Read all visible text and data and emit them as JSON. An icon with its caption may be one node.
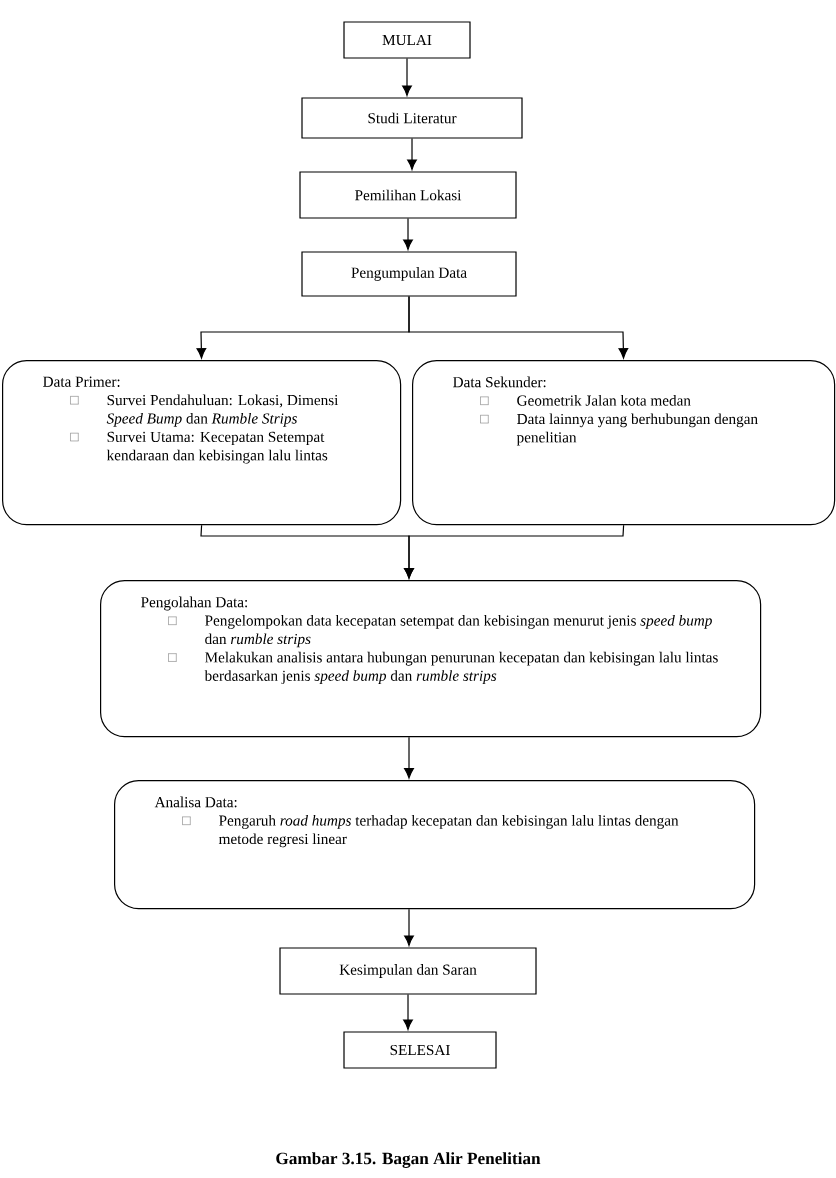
{
  "diagram": {
    "caption": "Gambar 3.15. Bagan Alir Penelitian",
    "nodes": [
      {
        "text": [
          "MULAI"
        ]
      },
      {
        "text": [
          "Studi Literatur"
        ]
      },
      {
        "text": [
          "Pemilihan Lokasi"
        ]
      },
      {
        "text": [
          "Pengumpulan Data"
        ]
      },
      {
        "text": [
          "Data Primer:",
          "Survei Pendahuluan: Lokasi, Dimensi *Speed Bump* dan *Rumble Strips*",
          "Survei Utama: Kecepatan Setempat kendaraan dan kebisingan lalu lintas"
        ]
      },
      {
        "text": [
          "Data Sekunder:",
          "Geometrik  Jalan kota medan",
          "Data lainnya yang berhubungan dengan penelitian"
        ]
      },
      {
        "text": [
          "Pengolahan Data:",
          "Pengelompokan data kecepatan setempat dan kebisingan menurut jenis *speed bump* dan *rumble strips*",
          "Melakukan analisis antara hubungan penurunan kecepatan dan kebisingan lalu lintas berdasarkan jenis *speed bump* dan *rumble strips*"
        ]
      },
      {
        "text": [
          "Analisa Data:",
          "Pengaruh *road humps* terhadap kecepatan dan kebisingan lalu lintas dengan metode regresi linear"
        ]
      },
      {
        "text": [
          "Kesimpulan dan Saran"
        ]
      },
      {
        "text": [
          "SELESAI"
        ]
      }
    ],
    "edges": [
      {
        "from": 0,
        "to": 1,
        "arrow": "to"
      },
      {
        "from": 1,
        "to": 2,
        "arrow": "to"
      },
      {
        "from": 2,
        "to": 3,
        "arrow": "to"
      },
      {
        "from": 3,
        "to": 4,
        "arrow": "to"
      },
      {
        "from": 3,
        "to": 5,
        "arrow": "to"
      },
      {
        "from": 4,
        "to": 6,
        "arrow": "to"
      },
      {
        "from": 5,
        "to": 6,
        "arrow": "to"
      },
      {
        "from": 6,
        "to": 7,
        "arrow": "to"
      },
      {
        "from": 7,
        "to": 8,
        "arrow": "to"
      },
      {
        "from": 8,
        "to": 9,
        "arrow": "to"
      }
    ]
  }
}
